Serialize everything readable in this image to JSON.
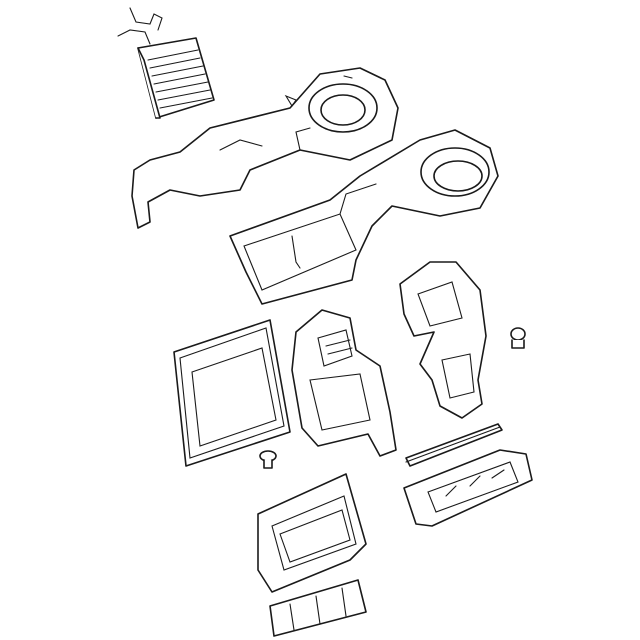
{
  "diagram": {
    "type": "exploded-parts-diagram",
    "colors": {
      "background": "#ffffff",
      "line": "#1a1a1a"
    },
    "parts": [
      "heater-core",
      "upper-blower-case",
      "lower-heater-case",
      "cabin-air-filter",
      "evaporator-case-section",
      "mode-door-housing",
      "retainer-screw-left",
      "retainer-screw-right",
      "seal-strip",
      "mode-valve-assembly",
      "filter-access-cover",
      "bottom-bracket"
    ]
  }
}
